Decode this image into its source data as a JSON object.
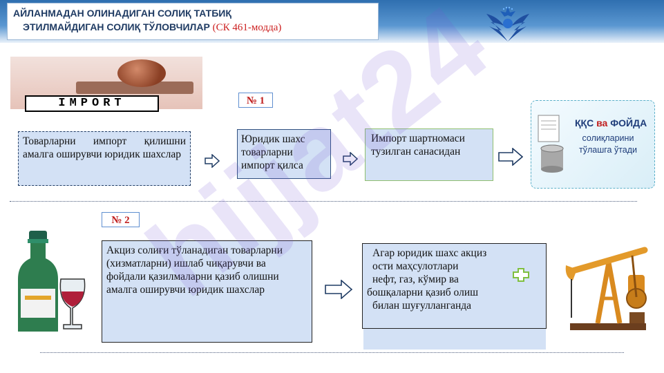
{
  "header": {
    "title_line1": "АЙЛАНМАДАН ОЛИНАДИГАН СОЛИҚ ТАТБИҚ",
    "title_line2": "ЭТИЛМАЙДИГАН СОЛИҚ ТЎЛОВЧИЛАР",
    "article_ref": "(СК 461-модда)"
  },
  "watermark": "hijjat24",
  "import_stamp_label": "IMPORT",
  "section1": {
    "badge": "№ 1",
    "left_box": "Товарларни импорт қилишни амалга оширувчи юридик шахслар",
    "step1": "Юридик шахс товарларни импорт қилса",
    "step2": "Импорт шартномаси тузилган санасидан",
    "result_title_prefix": "ҚҚС",
    "result_title_conj": "ва",
    "result_title_suffix": "ФОЙДА",
    "result_sub": "солиқларини тўлашга ўтади"
  },
  "section2": {
    "badge": "№ 2",
    "left_box": "Акциз солиғи тўланадиган товарларни (хизматларни) ишлаб чиқарувчи ва фойдали қазилмаларни қазиб олишни амалга оширувчи юридик шахслар",
    "right_box_line1": "Агар юридик шахс акциз",
    "right_box_line2": "ости маҳсулотлари",
    "right_box_line3": "нефт,   газ, кўмир ва",
    "right_box_line4": "бошқаларни қазиб олиш",
    "right_box_line5": "билан шуғулланганда"
  },
  "colors": {
    "header_blue": "#2f6fb0",
    "badge_red": "#c0201f",
    "box_fill": "#d3e1f5",
    "accent_green": "#7fbf3f"
  }
}
